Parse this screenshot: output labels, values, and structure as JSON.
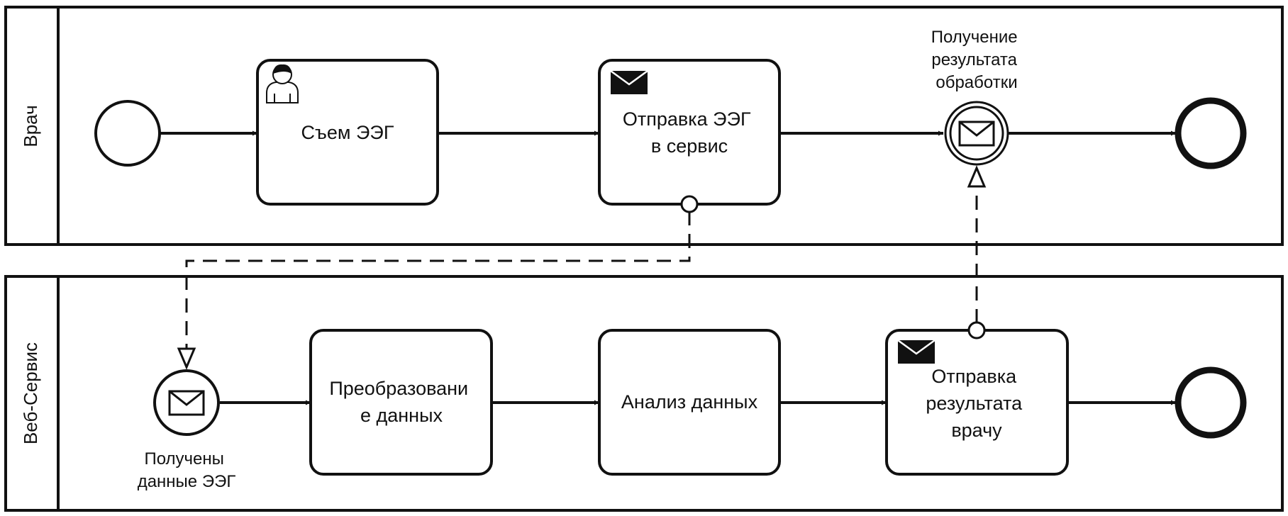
{
  "colors": {
    "stroke": "#111111",
    "background": "#ffffff"
  },
  "pools": {
    "doctor": {
      "label": "Врач"
    },
    "service": {
      "label": "Веб-Сервис"
    }
  },
  "tasks": {
    "eeg_recording": {
      "lines": [
        "Съем ЭЭГ"
      ],
      "icon": "user-icon"
    },
    "send_eeg": {
      "lines": [
        "Отправка ЭЭГ",
        "в сервис"
      ],
      "icon": "envelope-filled-icon"
    },
    "transform": {
      "lines": [
        "Преобразовани",
        "е данных"
      ]
    },
    "analysis": {
      "lines": [
        "Анализ данных"
      ]
    },
    "send_result": {
      "lines": [
        "Отправка",
        "результата",
        "врачу"
      ],
      "icon": "envelope-filled-icon"
    }
  },
  "events": {
    "receive_result": {
      "lines": [
        "Получение",
        "результата",
        "обработки"
      ],
      "icon": "envelope-outline-icon"
    },
    "received_eeg": {
      "lines": [
        "Получены",
        "данные ЭЭГ"
      ],
      "icon": "envelope-outline-icon"
    }
  }
}
